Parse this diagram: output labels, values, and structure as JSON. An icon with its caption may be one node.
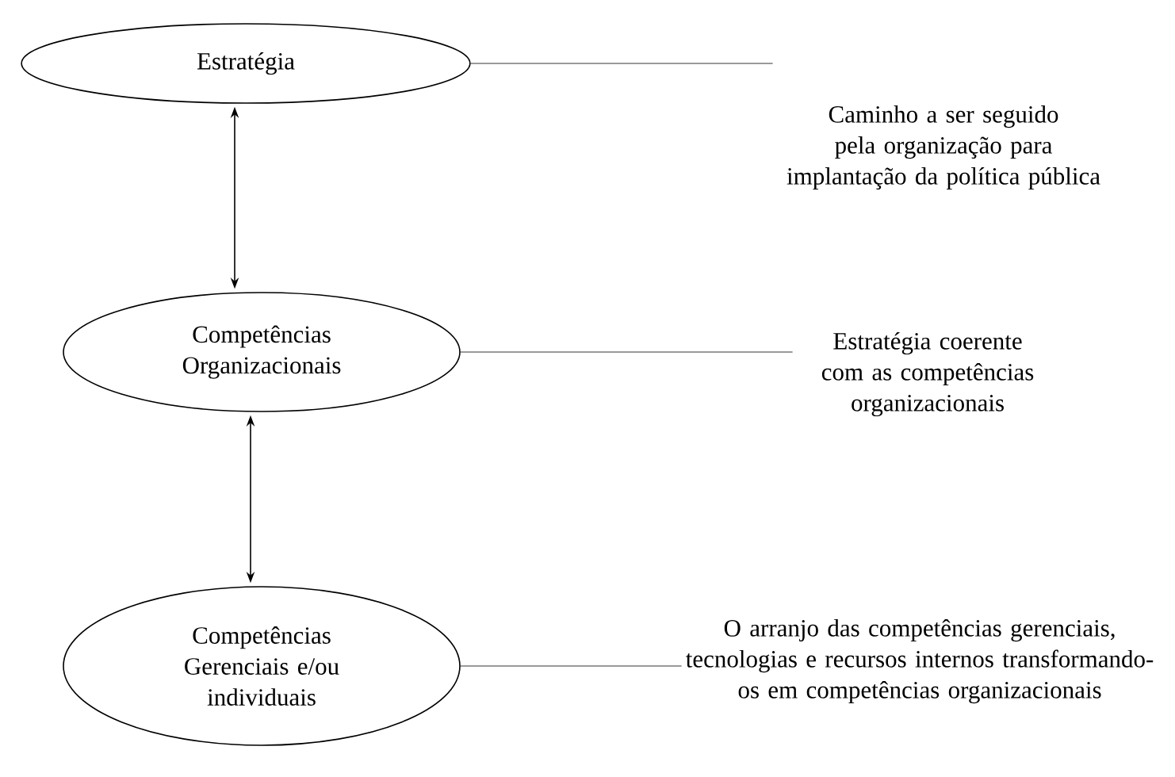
{
  "diagram": {
    "nodes": [
      {
        "text": [
          "Estratégia"
        ]
      },
      {
        "text": [
          "Competências Organizacionais"
        ]
      },
      {
        "text": [
          "Competências Gerenciais e/ou individuais"
        ]
      },
      {
        "text": [
          "Caminho a ser seguido pela organização para implantação da política pública"
        ]
      },
      {
        "text": [
          "Estratégia coerente com as competências organizacionais"
        ]
      },
      {
        "text": [
          "O arranjo das competências gerenciais, tecnologias e recursos internos transformando-os em competências organizacionais"
        ]
      }
    ],
    "edges": [
      {
        "from": 0,
        "to": 1,
        "arrow": "both"
      },
      {
        "from": 1,
        "to": 2,
        "arrow": "both"
      },
      {
        "from": 0,
        "to": 3,
        "arrow": "none"
      },
      {
        "from": 1,
        "to": 4,
        "arrow": "none"
      },
      {
        "from": 2,
        "to": 5,
        "arrow": "none"
      }
    ]
  }
}
